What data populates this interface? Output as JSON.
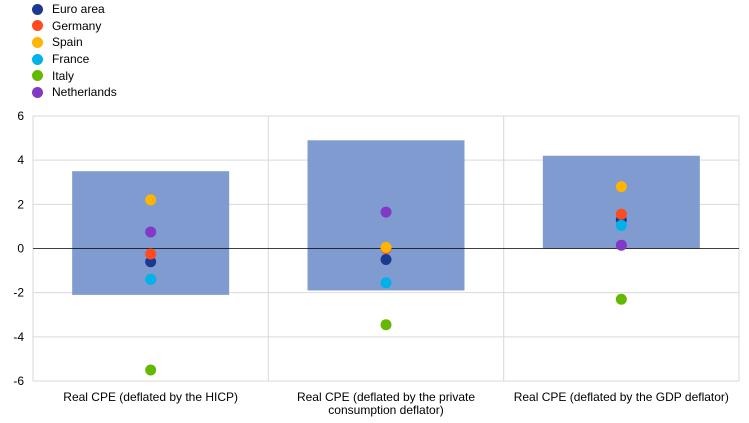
{
  "chart_data": {
    "type": "scatter",
    "categories": [
      [
        "Real CPE (deflated by the HICP)"
      ],
      [
        "Real CPE (deflated by the private",
        "consumption deflator)"
      ],
      [
        "Real CPE (deflated by the GDP deflator)"
      ]
    ],
    "ylim": [
      -6,
      6
    ],
    "yticks": [
      6,
      4,
      2,
      0,
      -2,
      -4,
      -6
    ],
    "grid": true,
    "legend_position": "top-left",
    "ranges": [
      {
        "min": -2.1,
        "max": 3.5
      },
      {
        "min": -1.9,
        "max": 4.9
      },
      {
        "min": 0.0,
        "max": 4.2
      }
    ],
    "range_color": "#7f9bcf",
    "series": [
      {
        "name": "Euro area",
        "color": "#1b3a8f",
        "values": [
          -0.6,
          -0.5,
          1.3
        ]
      },
      {
        "name": "Germany",
        "color": "#ff4b1f",
        "values": [
          -0.25,
          0.0,
          1.55
        ]
      },
      {
        "name": "Spain",
        "color": "#ffb400",
        "values": [
          2.2,
          0.05,
          2.8
        ]
      },
      {
        "name": "France",
        "color": "#00b1ea",
        "values": [
          -1.4,
          -1.55,
          1.05
        ]
      },
      {
        "name": "Italy",
        "color": "#65b800",
        "values": [
          -5.5,
          -3.45,
          -2.3
        ]
      },
      {
        "name": "Netherlands",
        "color": "#8139c6",
        "values": [
          0.75,
          1.65,
          0.15
        ]
      }
    ]
  }
}
